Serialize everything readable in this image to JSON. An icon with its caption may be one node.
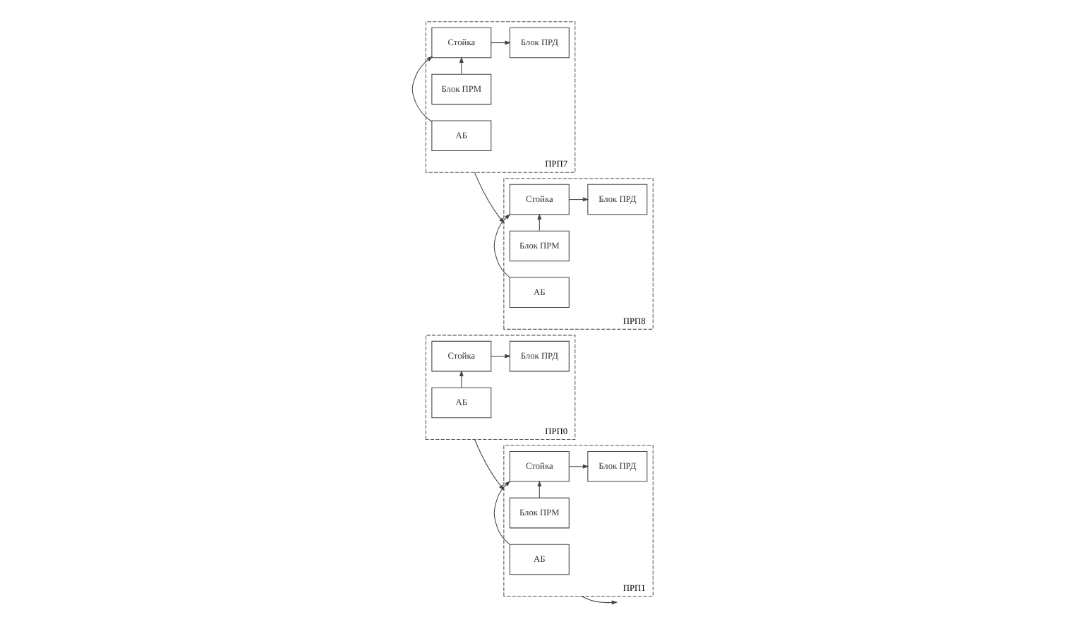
{
  "diagram": {
    "nodes": [
      {
        "text": [
          "ПРП0"
        ]
      },
      {
        "text": [
          "Стойка"
        ],
        "in": 0
      },
      {
        "text": [
          "Блок ПРД"
        ],
        "in": 0
      },
      {
        "text": [
          "АБ"
        ],
        "in": 0
      },
      {
        "text": [
          "ПРП1"
        ]
      },
      {
        "text": [
          "Блок ПРМ"
        ],
        "in": 4
      },
      {
        "text": [
          "Стойка"
        ],
        "in": 4
      },
      {
        "text": [
          "Блок ПРД"
        ],
        "in": 4
      },
      {
        "text": [
          "АБ"
        ],
        "in": 4
      },
      {
        "text": [
          "ПРП7"
        ]
      },
      {
        "text": [
          "Блок ПРМ"
        ],
        "in": 9
      },
      {
        "text": [
          "Стойка"
        ],
        "in": 9
      },
      {
        "text": [
          "Блок ПРД"
        ],
        "in": 9
      },
      {
        "text": [
          "АБ"
        ],
        "in": 9
      },
      {
        "text": [
          "ПРП8"
        ]
      },
      {
        "text": [
          "Блок ПРМ"
        ],
        "in": 14
      },
      {
        "text": [
          "Стойка"
        ],
        "in": 14
      },
      {
        "text": [
          "Блок ПРД"
        ],
        "in": 14
      },
      {
        "text": [
          "АБ"
        ],
        "in": 14
      }
    ],
    "edges": [
      {
        "from": 1,
        "to": 2,
        "arrow": "to"
      },
      {
        "from": 3,
        "to": 1,
        "arrow": "to"
      },
      {
        "from": 0,
        "to": 4,
        "arrow": "to"
      },
      {
        "from": 5,
        "to": 6,
        "arrow": "to"
      },
      {
        "from": 6,
        "to": 7,
        "arrow": "to"
      },
      {
        "from": 8,
        "to": 6,
        "arrow": "to"
      },
      {
        "from": 4,
        "to": null,
        "arrow": "to"
      },
      {
        "from": 10,
        "to": 11,
        "arrow": "to"
      },
      {
        "from": 11,
        "to": 12,
        "arrow": "to"
      },
      {
        "from": 13,
        "to": 11,
        "arrow": "to"
      },
      {
        "from": 9,
        "to": 14,
        "arrow": "to"
      },
      {
        "from": 15,
        "to": 16,
        "arrow": "to"
      },
      {
        "from": 16,
        "to": 17,
        "arrow": "to"
      },
      {
        "from": 18,
        "to": 16,
        "arrow": "to"
      }
    ]
  }
}
